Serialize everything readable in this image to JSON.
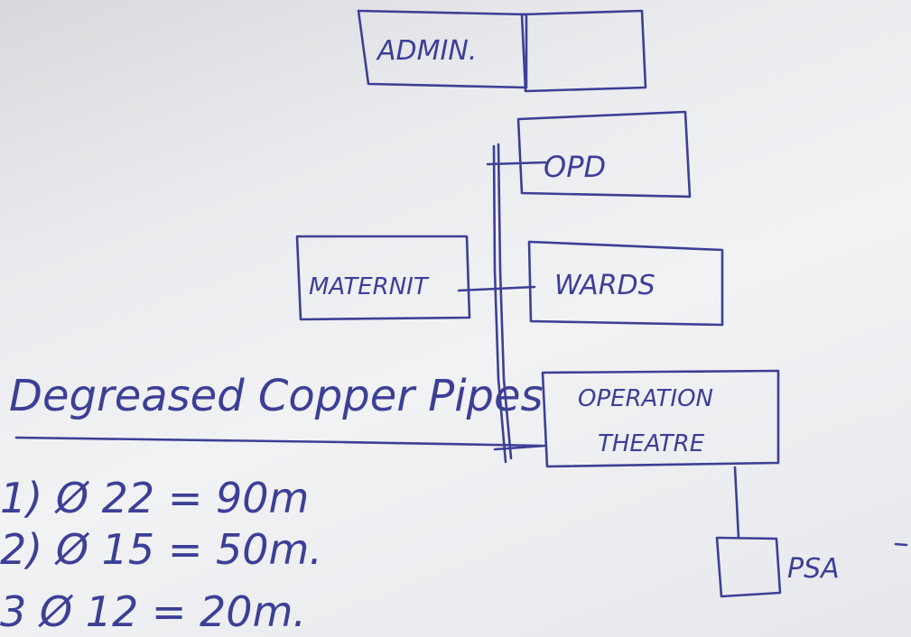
{
  "colors": {
    "ink": "#3d3f96",
    "paper": "#f1f2f4"
  },
  "nodes": {
    "admin": "ADMIN.",
    "admin_adjacent": "",
    "opd": "OPD",
    "maternity": "MATERNIT",
    "wards": "WARDS",
    "operation_theatre_line1": "OPERATION",
    "operation_theatre_line2": "THEATRE",
    "psa": "PSA"
  },
  "notes": {
    "heading": "Degreased Copper Pipes",
    "items": [
      "1) Ø 22 = 90m",
      "2) Ø 15 = 50m.",
      "3 Ø 12 = 20m."
    ]
  }
}
